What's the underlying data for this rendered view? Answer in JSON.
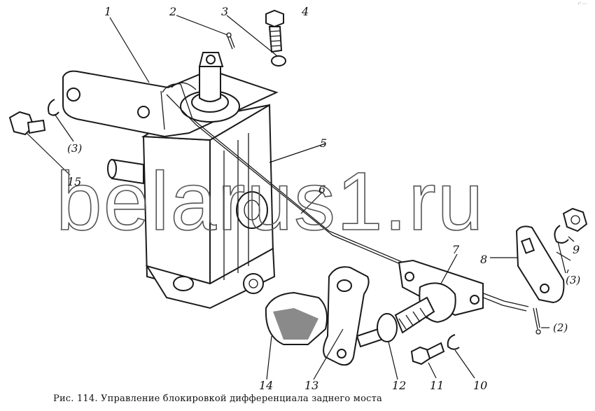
{
  "callouts": {
    "c1": "1",
    "c2": "2",
    "c3": "3",
    "c4": "4",
    "c5": "5",
    "c6": "6",
    "c7": "7",
    "c8": "8",
    "c9": "9",
    "c10": "10",
    "c11": "11",
    "c12": "12",
    "c13": "13",
    "c14": "14",
    "c15": "15",
    "c3_left": "(3)",
    "c3_right": "(3)",
    "c2_right": "(2)"
  },
  "watermark": "belarus1.ru",
  "caption": "Рис. 114. Управление блокировкой дифференциала заднего моста",
  "corner_mark": "r' ---"
}
